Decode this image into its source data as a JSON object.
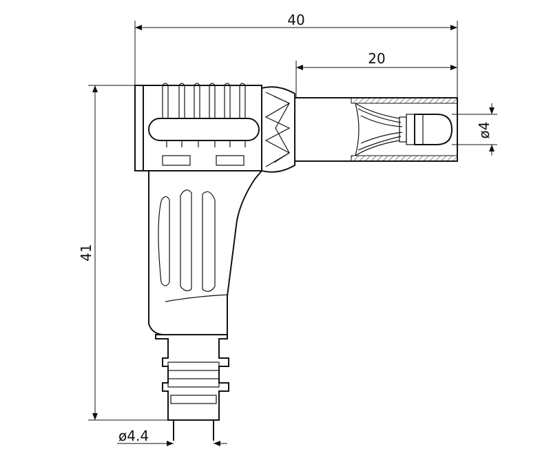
{
  "drawing": {
    "dimensions": {
      "overall_width": "40",
      "tip_length": "20",
      "overall_height": "41",
      "tip_diameter": "ø4",
      "cable_diameter": "ø4.4"
    }
  }
}
